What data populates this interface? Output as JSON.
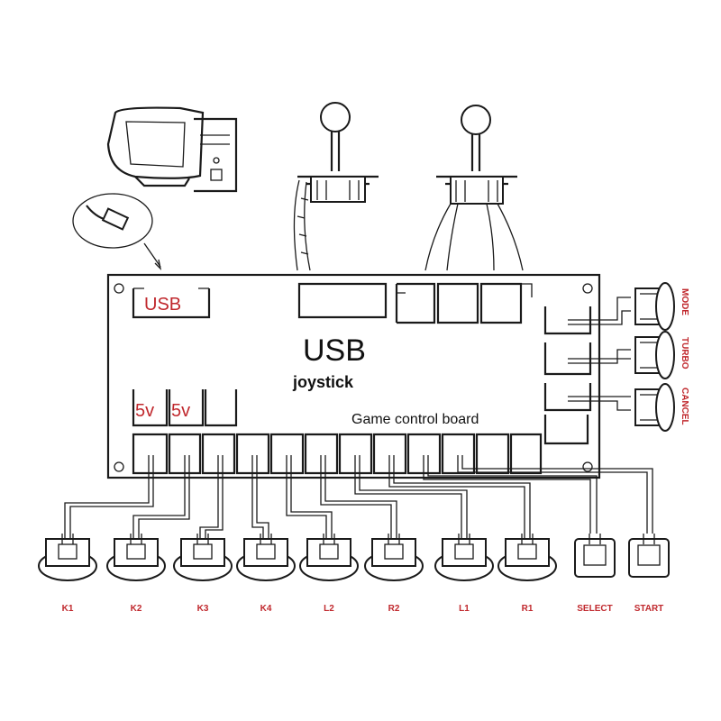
{
  "board": {
    "title": "USB",
    "subtitle": "joystick",
    "caption": "Game control board",
    "usb_label": "USB",
    "v5_label_1": "5v",
    "v5_label_2": "5v"
  },
  "side_buttons": [
    "MODE",
    "TURBO",
    "CANCEL"
  ],
  "bottom_buttons": [
    "K1",
    "K2",
    "K3",
    "K4",
    "L2",
    "R2",
    "L1",
    "R1",
    "SELECT",
    "START"
  ],
  "colors": {
    "accent": "#c0282d",
    "line": "#1a1a1a"
  },
  "icons": [
    "computer-icon",
    "usb-cable-icon",
    "joystick-icon",
    "push-button-icon"
  ]
}
